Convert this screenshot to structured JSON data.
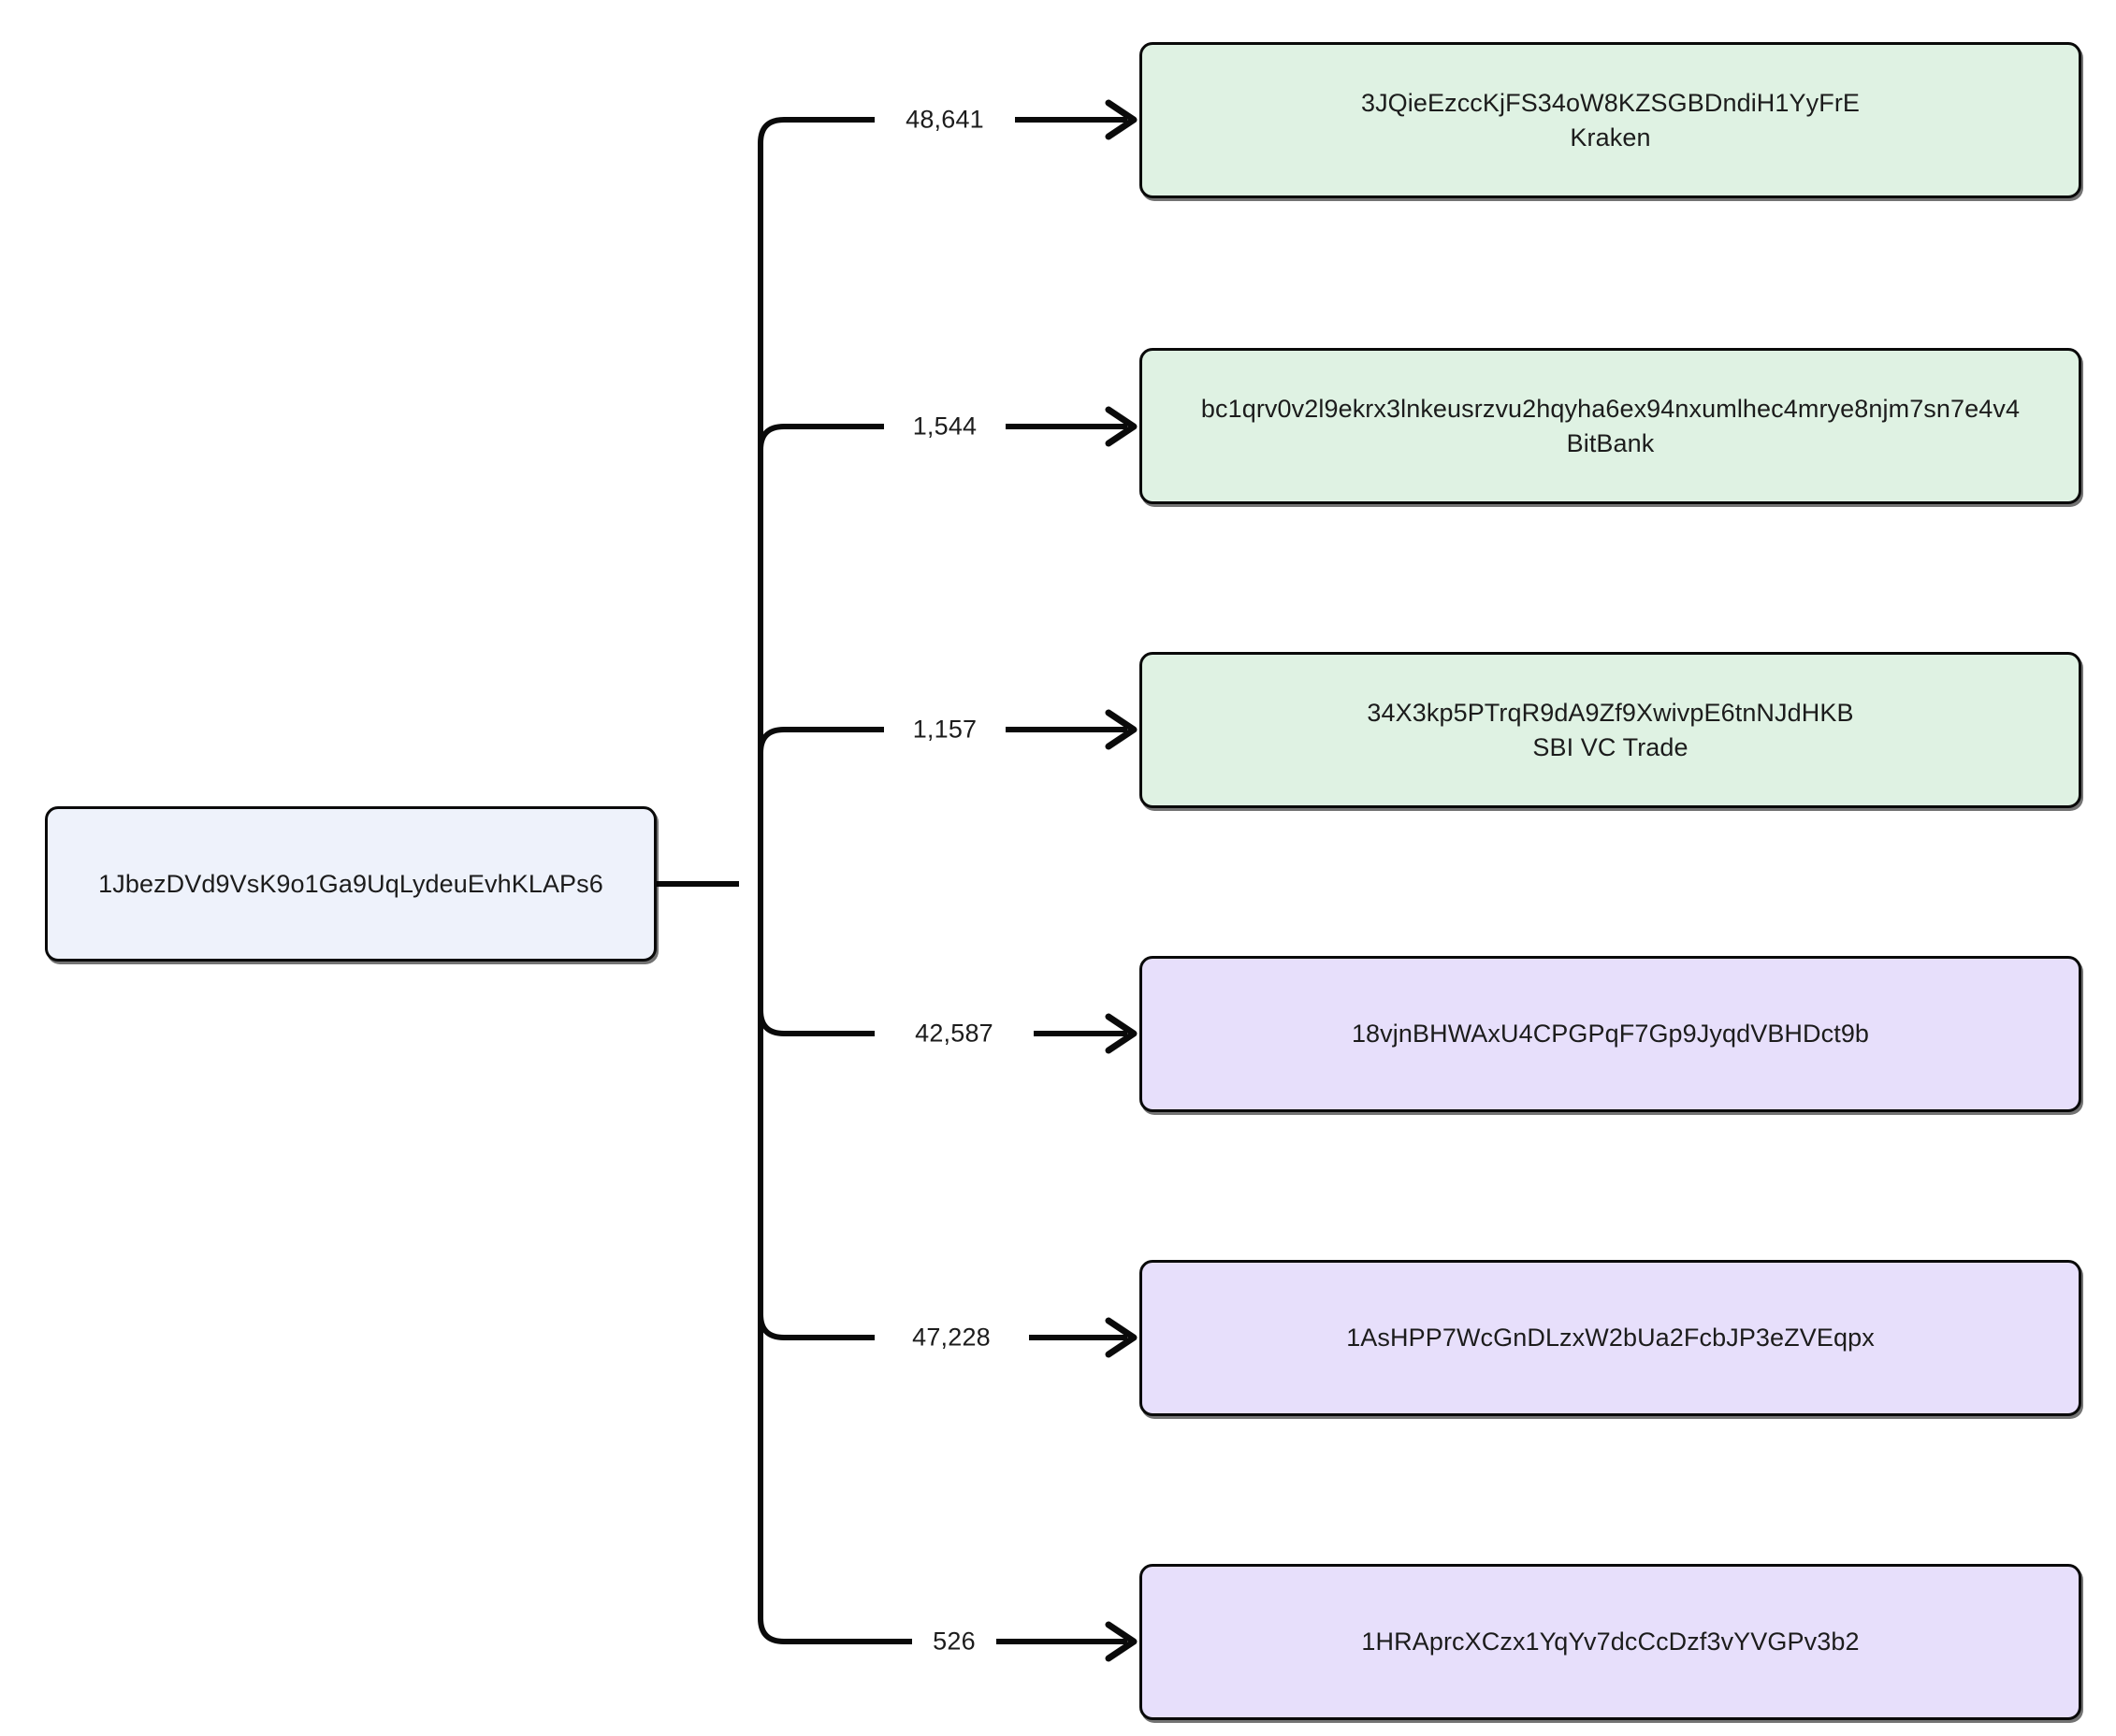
{
  "diagram": {
    "type": "flow-tree",
    "orientation": "left-to-right",
    "colors": {
      "root_fill": "#eef2fb",
      "exchange_fill": "#dff2e3",
      "wallet_fill": "#e7dffb",
      "stroke": "#0a0a0a",
      "text": "#1c1c1c",
      "background": "#ffffff"
    },
    "root": {
      "address": "1JbezDVd9VsK9o1Ga9UqLydeuEvhKLAPs6"
    },
    "edges": [
      {
        "label": "48,641"
      },
      {
        "label": "1,544"
      },
      {
        "label": "1,157"
      },
      {
        "label": "42,587"
      },
      {
        "label": "47,228"
      },
      {
        "label": "526"
      }
    ],
    "targets": [
      {
        "address": "3JQieEzccKjFS34oW8KZSGBDndiH1YyFrE",
        "entity": "Kraken",
        "category": "exchange"
      },
      {
        "address": "bc1qrv0v2l9ekrx3lnkeusrzvu2hqyha6ex94nxumlhec4mrye8njm7sn7e4v4",
        "entity": "BitBank",
        "category": "exchange"
      },
      {
        "address": "34X3kp5PTrqR9dA9Zf9XwivpE6tnNJdHKB",
        "entity": "SBI VC Trade",
        "category": "exchange"
      },
      {
        "address": "18vjnBHWAxU4CPGPqF7Gp9JyqdVBHDct9b",
        "entity": "",
        "category": "wallet"
      },
      {
        "address": "1AsHPP7WcGnDLzxW2bUa2FcbJP3eZVEqpx",
        "entity": "",
        "category": "wallet"
      },
      {
        "address": "1HRAprcXCzx1YqYv7dcCcDzf3vYVGPv3b2",
        "entity": "",
        "category": "wallet"
      }
    ]
  }
}
